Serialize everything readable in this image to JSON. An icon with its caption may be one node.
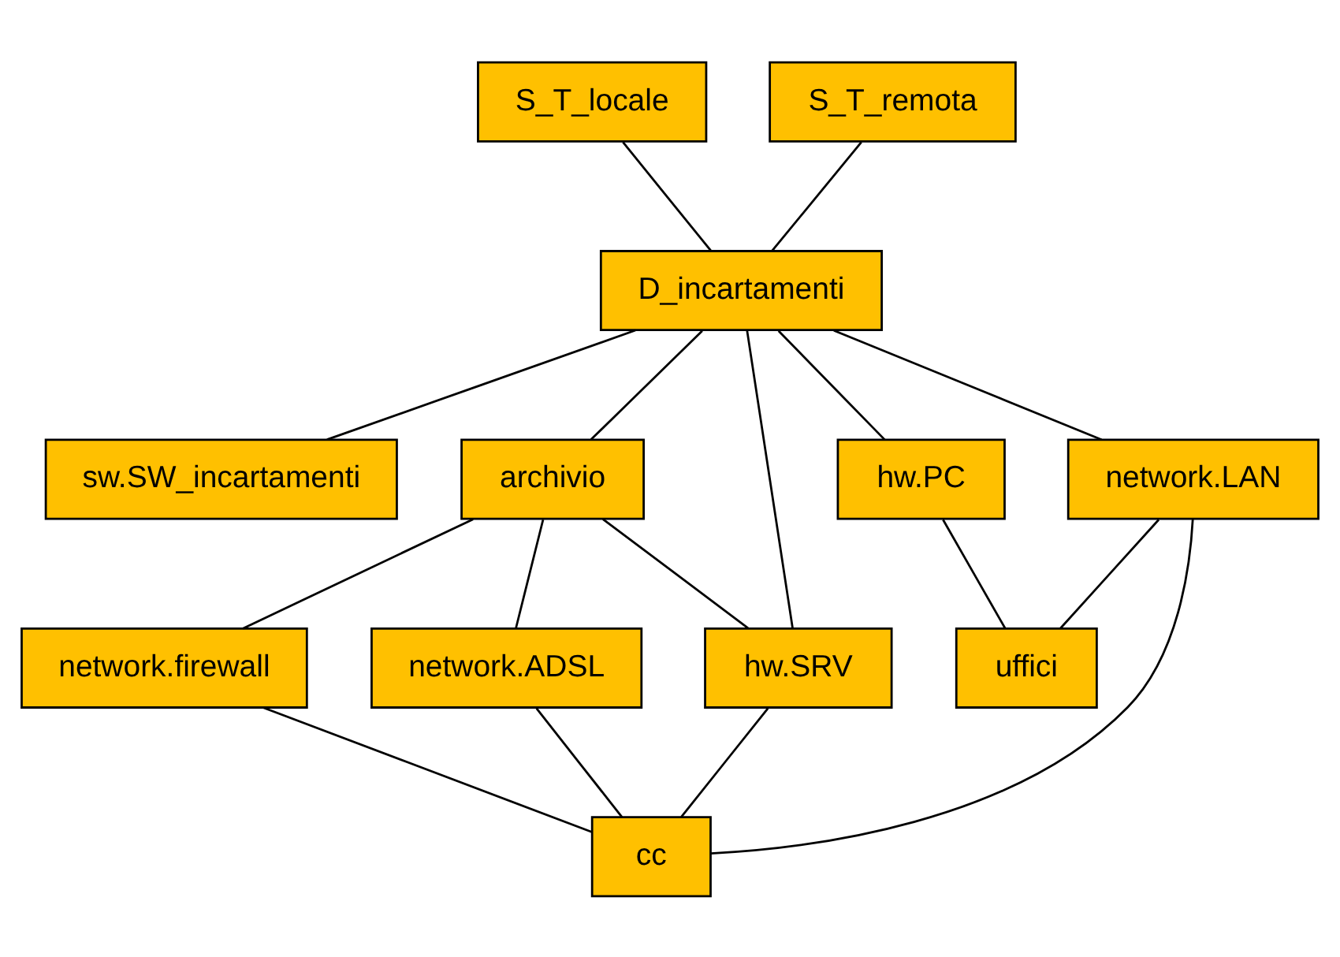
{
  "diagram": {
    "nodes": [
      {
        "text": [
          "S_T_locale"
        ]
      },
      {
        "text": [
          "S_T_remota"
        ]
      },
      {
        "text": [
          "D_incartamenti"
        ]
      },
      {
        "text": [
          "sw.SW_incartamenti"
        ]
      },
      {
        "text": [
          "archivio"
        ]
      },
      {
        "text": [
          "hw.PC"
        ]
      },
      {
        "text": [
          "network.LAN"
        ]
      },
      {
        "text": [
          "hw.SRV"
        ]
      },
      {
        "text": [
          "network.firewall"
        ]
      },
      {
        "text": [
          "network.ADSL"
        ]
      },
      {
        "text": [
          "cc"
        ]
      },
      {
        "text": [
          "uffici"
        ]
      }
    ],
    "edges": [
      {
        "from": 0,
        "to": 2,
        "arrow": "none"
      },
      {
        "from": 1,
        "to": 2,
        "arrow": "none"
      },
      {
        "from": 2,
        "to": 3,
        "arrow": "none"
      },
      {
        "from": 2,
        "to": 4,
        "arrow": "none"
      },
      {
        "from": 2,
        "to": 5,
        "arrow": "none"
      },
      {
        "from": 2,
        "to": 6,
        "arrow": "none"
      },
      {
        "from": 2,
        "to": 7,
        "arrow": "none"
      },
      {
        "from": 4,
        "to": 7,
        "arrow": "none"
      },
      {
        "from": 4,
        "to": 8,
        "arrow": "none"
      },
      {
        "from": 4,
        "to": 9,
        "arrow": "none"
      },
      {
        "from": 5,
        "to": 11,
        "arrow": "none"
      },
      {
        "from": 6,
        "to": 10,
        "arrow": "none"
      },
      {
        "from": 6,
        "to": 11,
        "arrow": "none"
      },
      {
        "from": 7,
        "to": 10,
        "arrow": "none"
      },
      {
        "from": 8,
        "to": 10,
        "arrow": "none"
      },
      {
        "from": 9,
        "to": 10,
        "arrow": "none"
      }
    ]
  }
}
